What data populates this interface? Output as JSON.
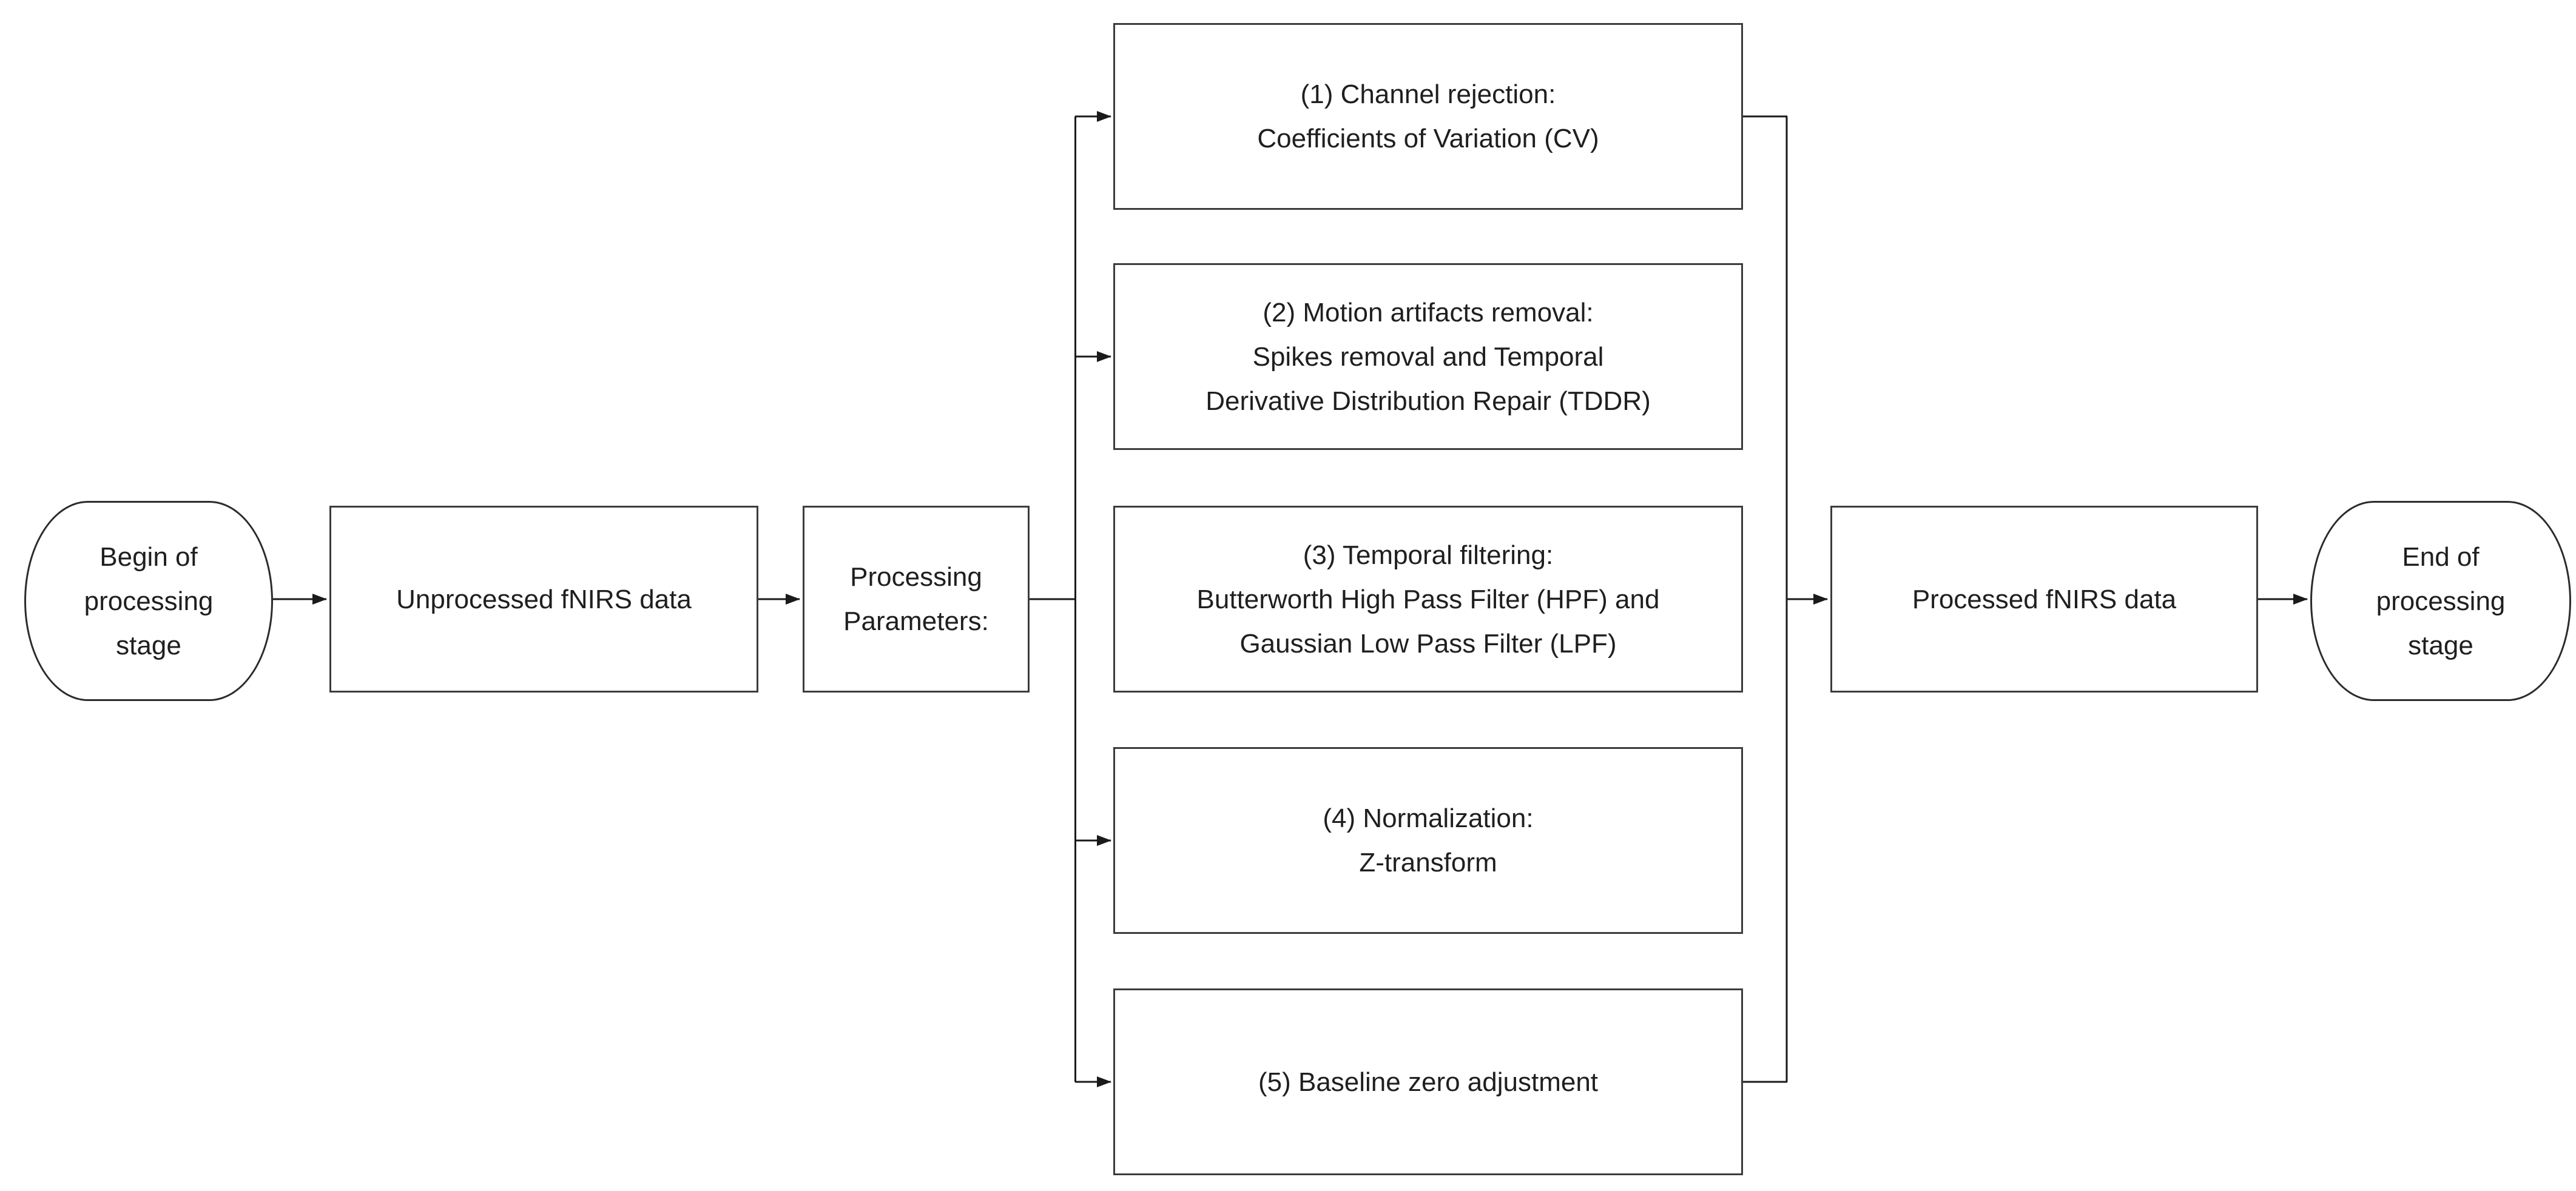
{
  "diagram": {
    "title": "fNIRS data processing stage flowchart",
    "colors": {
      "background": "#ffffff",
      "box_border": "#3c3c3c",
      "terminator_border": "#2b2b2b",
      "line": "#1a1a1a",
      "text": "#1f1f1f"
    },
    "nodes": {
      "begin": {
        "shape": "terminator",
        "label": "Begin of\nprocessing\nstage"
      },
      "unprocessed": {
        "shape": "rect",
        "label": "Unprocessed fNIRS data"
      },
      "parameters": {
        "shape": "rect",
        "label": "Processing\nParameters:"
      },
      "step1": {
        "shape": "rect",
        "label": "(1) Channel rejection:\nCoefficients of Variation (CV)"
      },
      "step2": {
        "shape": "rect",
        "label": "(2) Motion artifacts removal:\nSpikes removal and Temporal\nDerivative Distribution Repair (TDDR)"
      },
      "step3": {
        "shape": "rect",
        "label": "(3) Temporal filtering:\nButterworth High Pass Filter (HPF) and\nGaussian Low Pass Filter (LPF)"
      },
      "step4": {
        "shape": "rect",
        "label": "(4) Normalization:\nZ-transform"
      },
      "step5": {
        "shape": "rect",
        "label": "(5) Baseline zero adjustment"
      },
      "processed": {
        "shape": "rect",
        "label": "Processed fNIRS data"
      },
      "end": {
        "shape": "terminator",
        "label": "End of\nprocessing\nstage"
      }
    },
    "flow": [
      "begin -> unprocessed",
      "unprocessed -> parameters",
      "parameters -> step1",
      "parameters -> step2",
      "parameters -> step3",
      "parameters -> step4",
      "parameters -> step5",
      "step1 -> processed",
      "step3 -> processed",
      "step5 -> processed",
      "processed -> end"
    ]
  }
}
